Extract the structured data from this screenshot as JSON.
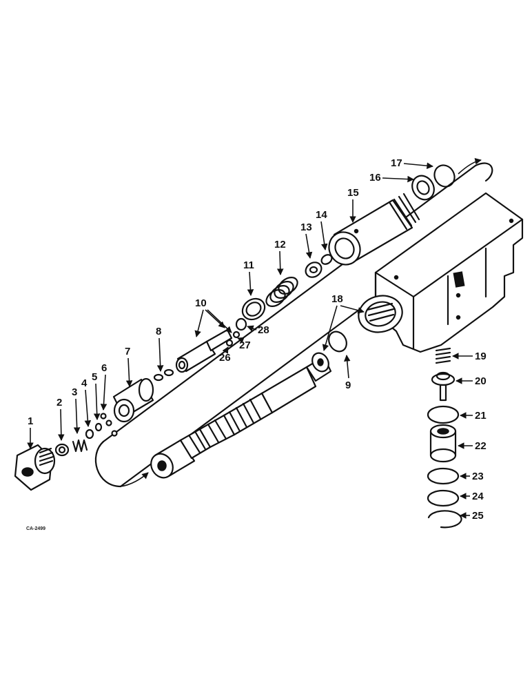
{
  "diagram": {
    "drawing_code": "CA-2499",
    "callouts": [
      "1",
      "2",
      "3",
      "4",
      "5",
      "6",
      "7",
      "8",
      "9",
      "10",
      "11",
      "12",
      "13",
      "14",
      "15",
      "16",
      "17",
      "18",
      "19",
      "20",
      "21",
      "22",
      "23",
      "24",
      "25",
      "26",
      "27",
      "28"
    ]
  }
}
